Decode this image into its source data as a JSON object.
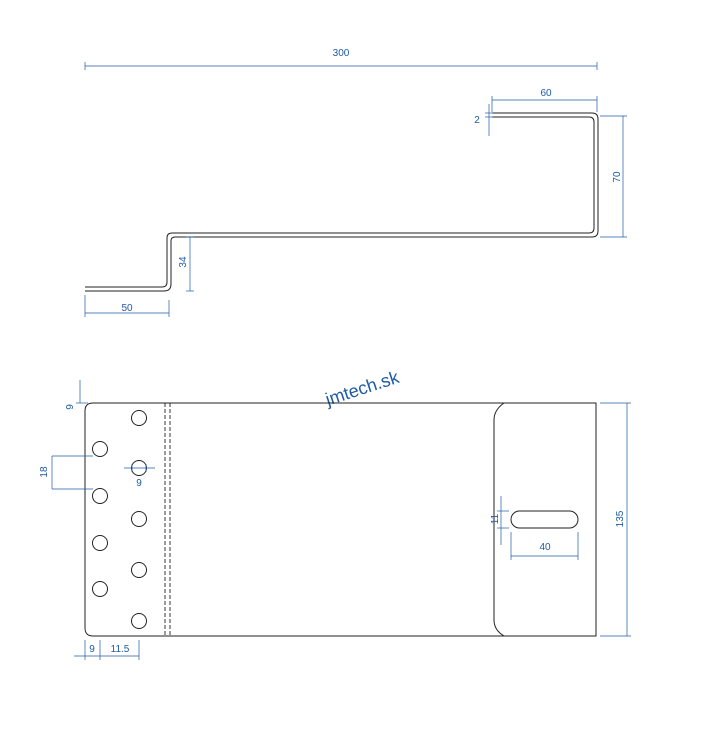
{
  "watermark": "jmtech.sk",
  "colors": {
    "dimension": "#1f5aa6",
    "outline": "#222222"
  },
  "side_view": {
    "dims": {
      "total_length": "300",
      "top_flange": "60",
      "thickness": "2",
      "top_height": "70",
      "step_height": "34",
      "bottom_flange": "50"
    }
  },
  "plan_view": {
    "dims": {
      "edge_top": "9",
      "hole_pitch": "18",
      "hole_dia": "9",
      "edge_left": "9",
      "row_pitch": "11.5",
      "slot_width": "11",
      "slot_length": "40",
      "width": "135"
    }
  }
}
